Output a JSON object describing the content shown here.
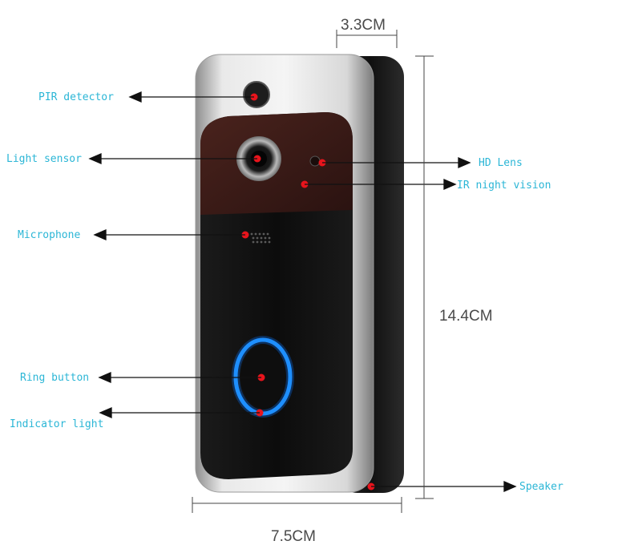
{
  "colors": {
    "label": "#2bb6d6",
    "marker": "#e8141c",
    "ring": "#1e8fff",
    "body": "#111111",
    "silver": "#c9c9c9",
    "lens_panel": "#3a1a16"
  },
  "dimensions": {
    "depth": "3.3CM",
    "height": "14.4CM",
    "width": "7.5CM"
  },
  "labels": {
    "pir_detector": "PIR detector",
    "light_sensor": "Light sensor",
    "hd_lens": "HD Lens",
    "ir_night_vision": "IR night vision",
    "microphone": "Microphone",
    "ring_button": "Ring button",
    "indicator_light": "Indicator light",
    "speaker": "Speaker"
  }
}
